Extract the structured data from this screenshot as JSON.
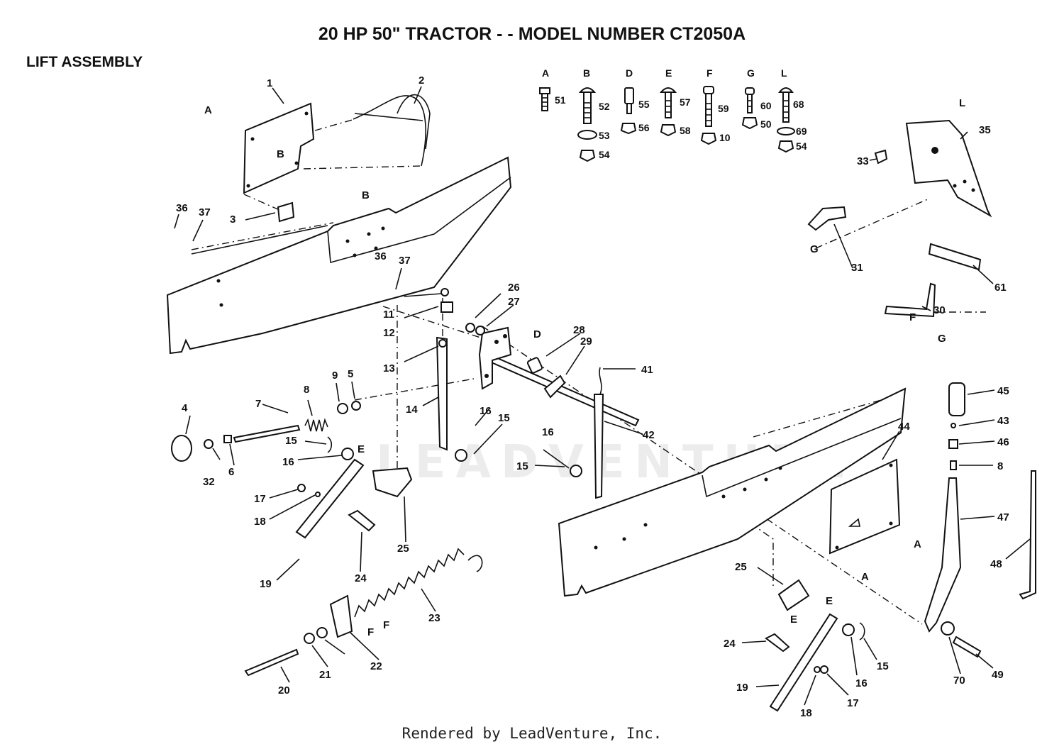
{
  "header": {
    "title": "20 HP 50\" TRACTOR - - MODEL NUMBER CT2050A",
    "section": "LIFT ASSEMBLY"
  },
  "footer": {
    "text": "Rendered by LeadVenture, Inc."
  },
  "watermark": {
    "text": "LEADVENTURE"
  },
  "hardware_key": [
    {
      "letter": "A",
      "parts": [
        "51"
      ]
    },
    {
      "letter": "B",
      "parts": [
        "52",
        "53",
        "54"
      ]
    },
    {
      "letter": "D",
      "parts": [
        "55",
        "56"
      ]
    },
    {
      "letter": "E",
      "parts": [
        "57",
        "58"
      ]
    },
    {
      "letter": "F",
      "parts": [
        "59",
        "10"
      ]
    },
    {
      "letter": "G",
      "parts": [
        "60",
        "50"
      ]
    },
    {
      "letter": "L",
      "parts": [
        "68",
        "69",
        "54"
      ]
    }
  ],
  "callouts": [
    "1",
    "2",
    "3",
    "4",
    "5",
    "6",
    "7",
    "8",
    "9",
    "11",
    "12",
    "13",
    "14",
    "15",
    "16",
    "17",
    "18",
    "19",
    "20",
    "21",
    "22",
    "23",
    "24",
    "25",
    "26",
    "27",
    "28",
    "29",
    "30",
    "31",
    "32",
    "33",
    "35",
    "36",
    "37",
    "41",
    "42",
    "43",
    "44",
    "45",
    "46",
    "47",
    "48",
    "49",
    "61",
    "70",
    "A",
    "B",
    "D",
    "E",
    "F",
    "G",
    "L"
  ]
}
